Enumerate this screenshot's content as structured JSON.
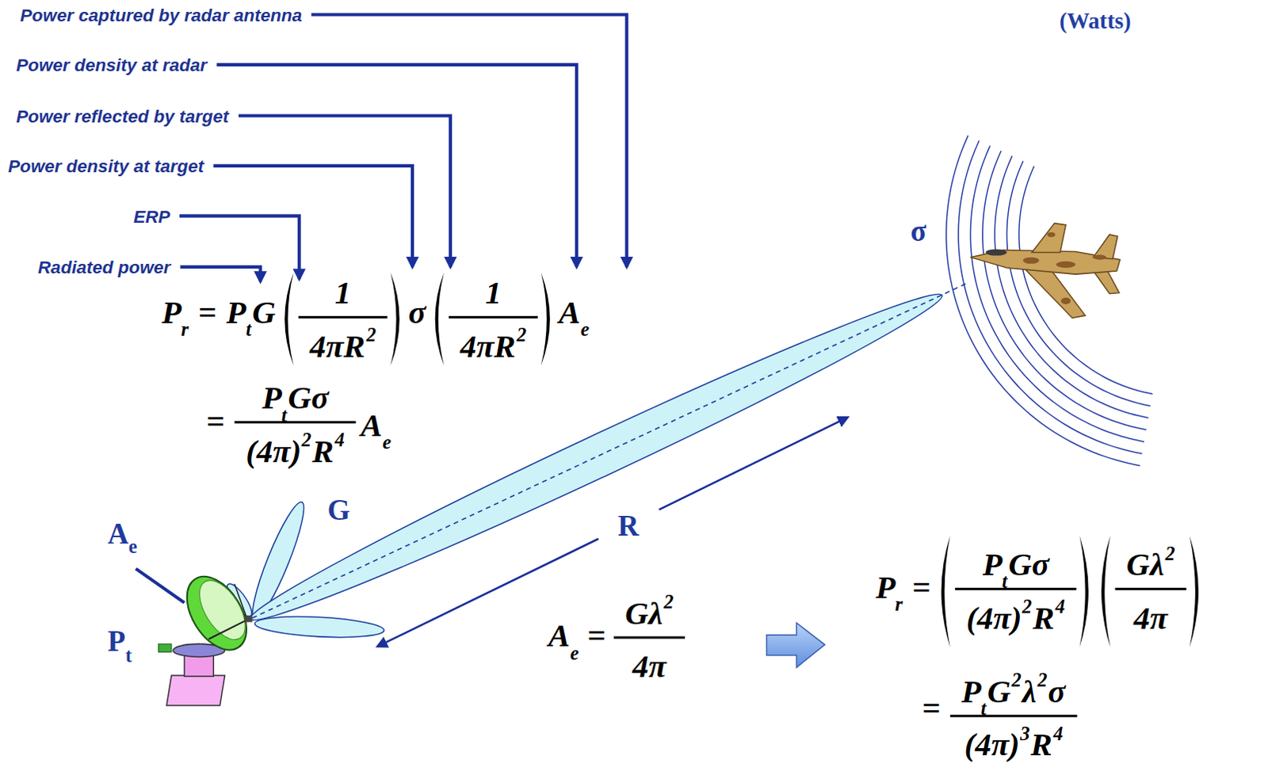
{
  "diagram": {
    "labels": [
      "Power captured by radar antenna",
      "Power density at radar",
      "Power reflected by target",
      "Power density at target",
      "ERP",
      "Radiated power",
      "(Watts)",
      "P",
      "r",
      "=",
      "P",
      "t",
      "G",
      "1",
      "4πR",
      "2",
      "σ",
      "1",
      "4πR",
      "2",
      "A",
      "e",
      "=",
      "P",
      "t",
      "Gσ",
      "(4π)",
      "2",
      "R",
      "4",
      "A",
      "e",
      "A",
      "e",
      "=",
      "Gλ",
      "2",
      "4π",
      "P",
      "r",
      "=",
      "P",
      "t",
      "Gσ",
      "(4π)",
      "2",
      "R",
      "4",
      "Gλ",
      "2",
      "4π",
      "=",
      "P",
      "t",
      "G",
      "2",
      "λ",
      "2",
      "σ",
      "(4π)",
      "3",
      "R",
      "4",
      "σ",
      "G",
      "R",
      "A",
      "e",
      "P",
      "t"
    ]
  }
}
